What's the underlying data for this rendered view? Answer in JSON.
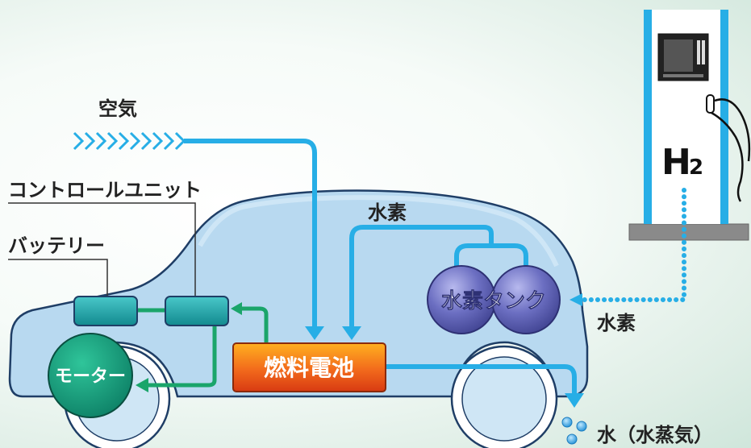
{
  "labels": {
    "air": "空気",
    "control_unit": "コントロールユニット",
    "battery": "バッテリー",
    "hydrogen_top": "水素",
    "hydrogen_right": "水素",
    "hydrogen_tank": "水素タンク",
    "motor": "モーター",
    "fuel_cell": "燃料電池",
    "water": "水（水蒸気）",
    "station_h": "H",
    "station_sub": "2"
  },
  "colors": {
    "car_body": "#b8d9f0",
    "car_outline": "#1f3e66",
    "air_line": "#27aee6",
    "power_line": "#1aa56a",
    "tank": "#6366b8",
    "fuel_cell": "#ee5a1a",
    "motor": "#139a7a",
    "unit_box": "#1ba3a8",
    "station_frame": "#27aee6"
  }
}
